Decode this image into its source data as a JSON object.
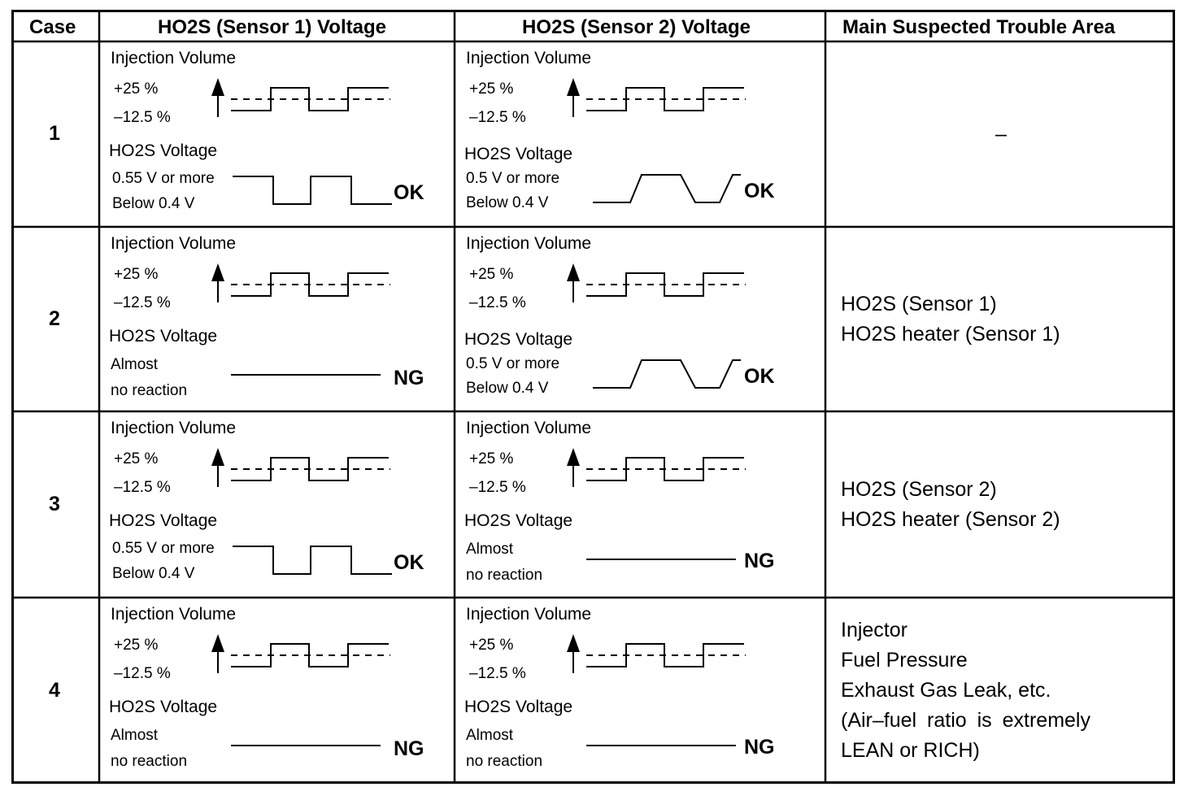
{
  "headers": {
    "case": "Case",
    "sensor1": "HO2S (Sensor 1) Voltage",
    "sensor2": "HO2S (Sensor 2) Voltage",
    "trouble": "Main Suspected Trouble Area"
  },
  "labels": {
    "injection_volume": "Injection Volume",
    "plus": "+25 %",
    "minus": "–12.5 %",
    "ho2s_voltage": "HO2S Voltage",
    "s1_high": "0.55 V or more",
    "s2_high": "0.5 V or more",
    "low": "Below 0.4 V",
    "almost": "Almost",
    "no_reaction": "no reaction"
  },
  "rows": [
    {
      "case": "1",
      "s1_result": "OK",
      "s2_result": "OK",
      "trouble": [
        "–"
      ]
    },
    {
      "case": "2",
      "s1_result": "NG",
      "s2_result": "OK",
      "trouble": [
        "HO2S (Sensor 1)",
        "HO2S heater (Sensor 1)"
      ]
    },
    {
      "case": "3",
      "s1_result": "OK",
      "s2_result": "NG",
      "trouble": [
        "HO2S (Sensor 2)",
        "HO2S heater (Sensor 2)"
      ]
    },
    {
      "case": "4",
      "s1_result": "NG",
      "s2_result": "NG",
      "trouble": [
        "Injector",
        "Fuel Pressure",
        "Exhaust Gas Leak, etc.",
        "(Air–fuel ratio is extremely",
        "LEAN or RICH)"
      ]
    }
  ]
}
